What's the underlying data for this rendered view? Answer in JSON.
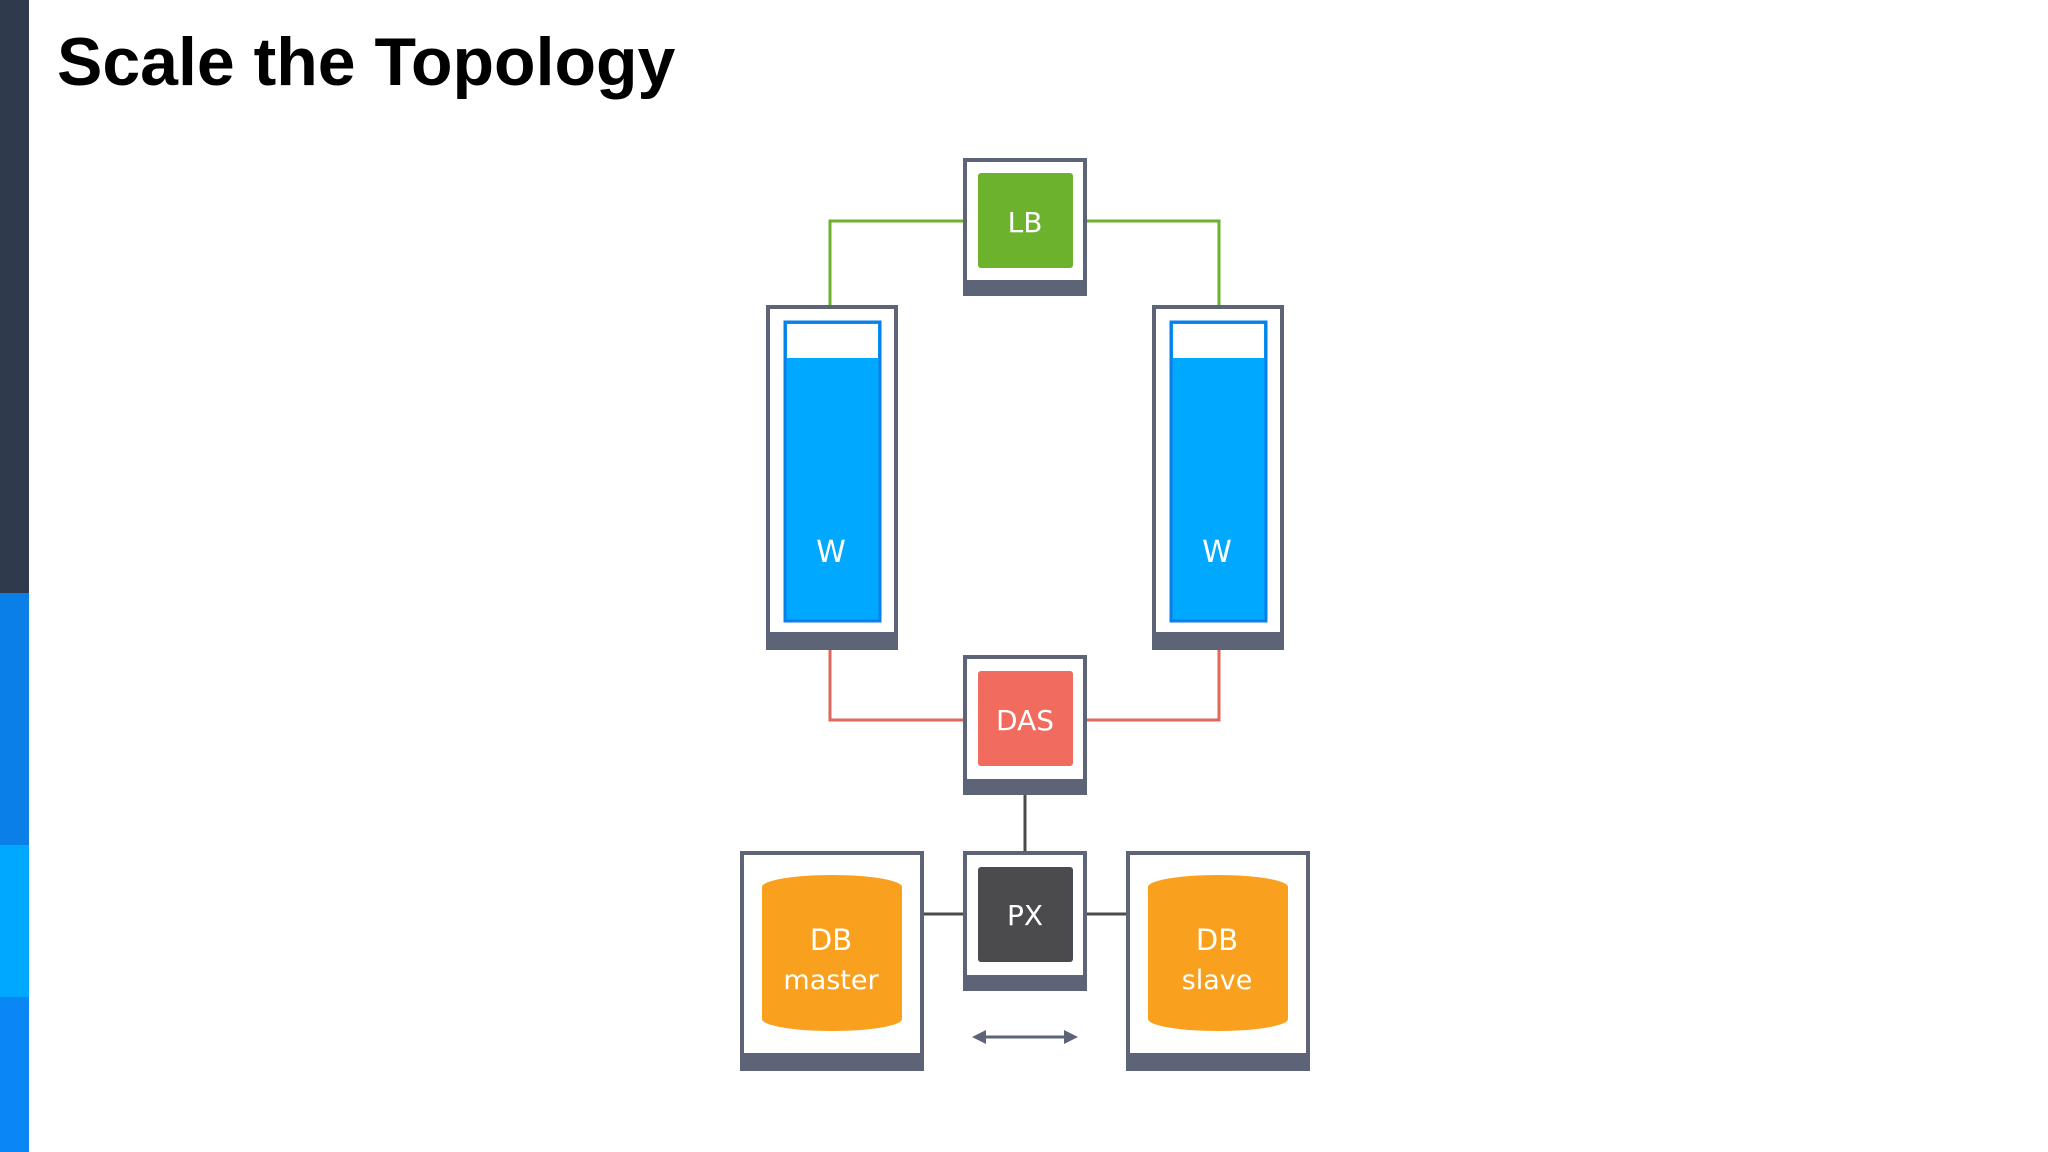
{
  "slide": {
    "title": "Scale the Topology"
  },
  "colors": {
    "sidebar_segments": [
      "#2f3b4c",
      "#0a7fe8",
      "#00a9ff",
      "#0a87f5"
    ],
    "lb": "#6db22d",
    "worker": "#00a9ff",
    "das": "#f16b5f",
    "proxy": "#4b4b4d",
    "db": "#f9a11f",
    "frame_border": "#5d6478",
    "link_lb": "#6db22d",
    "link_das": "#e0675c",
    "link_db": "#4b4b4d"
  },
  "diagram": {
    "nodes": {
      "lb": {
        "label": "LB",
        "icon": "load-balancer-box"
      },
      "worker_left": {
        "label": "W",
        "icon": "worker-column"
      },
      "worker_right": {
        "label": "W",
        "icon": "worker-column"
      },
      "das": {
        "label": "DAS",
        "icon": "das-box"
      },
      "proxy": {
        "label": "PX",
        "icon": "proxy-box"
      },
      "db_master": {
        "label": "DB",
        "sublabel": "master",
        "icon": "database-cylinder"
      },
      "db_slave": {
        "label": "DB",
        "sublabel": "slave",
        "icon": "database-cylinder"
      }
    },
    "replication_arrow": {
      "icon": "double-headed-arrow"
    }
  }
}
